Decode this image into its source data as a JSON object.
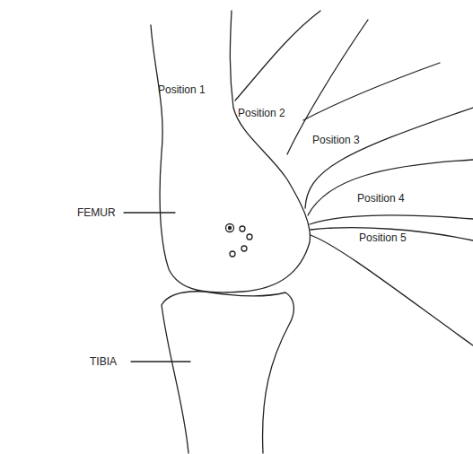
{
  "diagram": {
    "labels": [
      "Position 1",
      "Position 2",
      "Position 3",
      "Position 4",
      "Position 5",
      "FEMUR",
      "TIBIA"
    ]
  }
}
